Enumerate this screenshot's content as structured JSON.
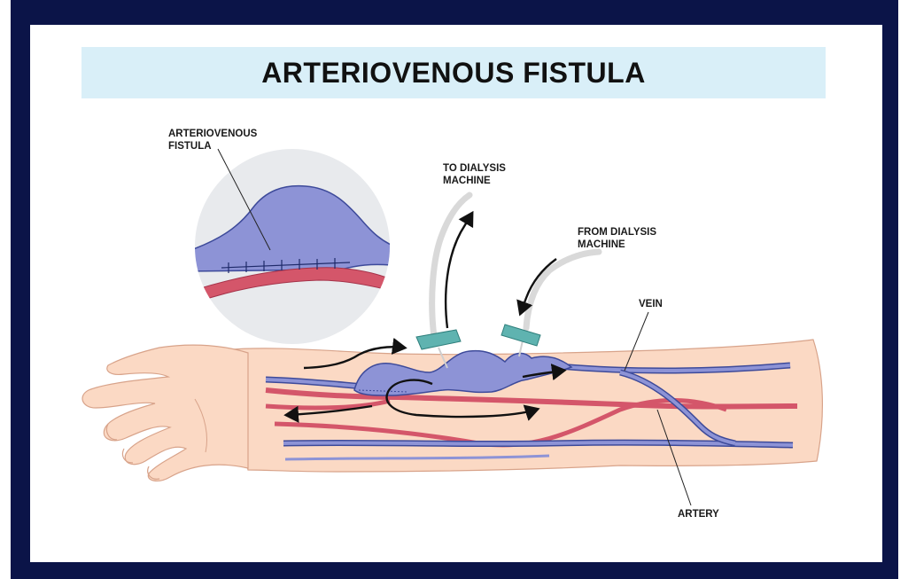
{
  "title": "ARTERIOVENOUS FISTULA",
  "labels": {
    "fistula": [
      "ARTERIOVENOUS",
      "FISTULA"
    ],
    "to_dialysis": [
      "TO DIALYSIS",
      "MACHINE"
    ],
    "from_dialysis": [
      "FROM DIALYSIS",
      "MACHINE"
    ],
    "vein": "VEIN",
    "artery": "ARTERY"
  },
  "colors": {
    "frame": "#0b1448",
    "title_band": "#d9eff8",
    "skin": "#fbd9c4",
    "skin_outline": "#d8a38a",
    "vein": "#8d93d6",
    "vein_outline": "#3d4a9a",
    "artery": "#d4566a",
    "needle_hub": "#5fb3b0",
    "tube": "#e2e2e2",
    "inset_bg": "#e8eaed",
    "arrow": "#111111"
  }
}
